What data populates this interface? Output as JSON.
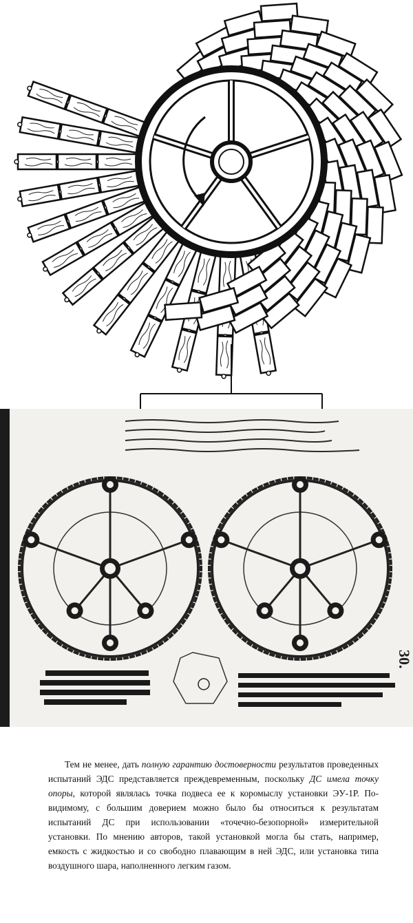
{
  "figure_top": {
    "description_icon": "waterwheel-with-wooden-planks"
  },
  "figure_bottom": {
    "handwritten_caption": "Di Sriit Tstet ...",
    "page_number": "30."
  },
  "text": {
    "run1": "Тем не менее, дать ",
    "em1": "полную гарантию достоверности",
    "run2": " результатов проведенных испытаний ЭДС представляется преждевременным, поскольку ",
    "em2": "ДС имела точку опоры",
    "run3": ", которой являлась точка подвеса ее к коромыслу установки ЭУ-1Р. По-видимому, с большим доверием можно было бы относиться к результатам испытаний ДС при использовании «точечно-безопорной» измерительной установки. По мнению авторов, такой установкой могла бы стать, например, емкость с жидкостью и со свободно плавающим в ней ЭДС, или установка типа воздушного шара, наполненного легким газом."
  }
}
